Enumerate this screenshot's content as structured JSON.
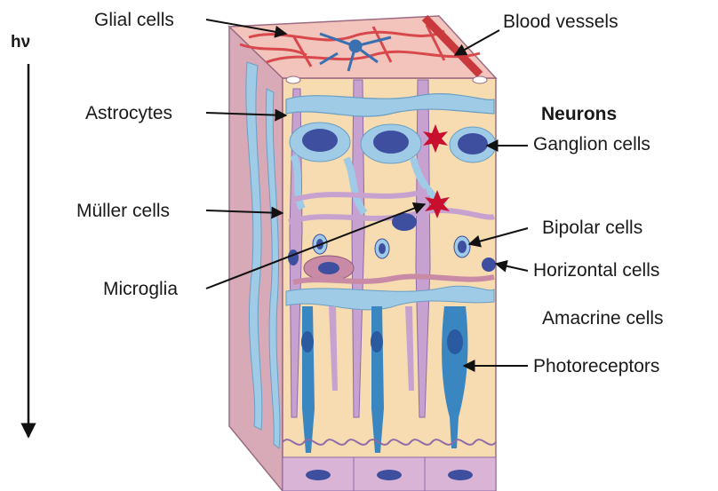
{
  "photon_label": "hν",
  "labels_left": {
    "glial": "Glial cells",
    "astrocytes": "Astrocytes",
    "muller": "Müller cells",
    "microglia": "Microglia"
  },
  "labels_right": {
    "blood": "Blood vessels",
    "neurons": "Neurons",
    "ganglion": "Ganglion cells",
    "bipolar": "Bipolar cells",
    "horizontal": "Horizontal cells",
    "amacrine": "Amacrine cells",
    "photoreceptors": "Photoreceptors"
  },
  "colors": {
    "background_tissue": "#f6dcb0",
    "side_face": "#d8aab8",
    "glial_blue": "#9fcbe6",
    "neuron_purple": "#b292c6",
    "nucleus_blue": "#3f4fa0",
    "photoreceptor_blue": "#3a86c0",
    "blood_red": "#d8484c",
    "microglia_star": "#c8102e"
  }
}
